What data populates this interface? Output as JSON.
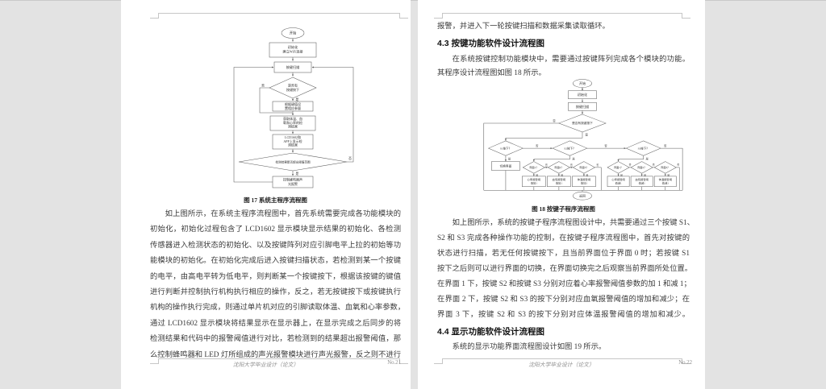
{
  "colors": {
    "background": "#e3e3e3",
    "page": "#ffffff",
    "crop_mark": "#c6c6c6"
  },
  "labels": {
    "yes": "是",
    "no": "否"
  },
  "footer_text": "沈阳大学毕业设计（论文）",
  "left_page": {
    "page_no": "No.21",
    "figure17": {
      "caption": "图 17 系统主程序流程图",
      "start": "开始",
      "init": [
        "初始化",
        "建立WiFi连接"
      ],
      "scan": "按键扫描",
      "key_check": [
        "是否有",
        "按键按下"
      ],
      "key_exec": [
        "根据键值设",
        "置相应参量"
      ],
      "read": [
        "获取体温、血",
        "氧和心率的检",
        "测结果"
      ],
      "display": [
        "LCD1602和",
        "APP上显示检",
        "测结果"
      ],
      "alarm_check": "检测结果是否超出阈值范围",
      "alarm": [
        "控制蜂鸣器声",
        "光报警"
      ]
    },
    "body_lines": [
      "如上图所示，在系统主程序流程图中，首先系统需要完成各功能模块的",
      "初始化，初始化过程包含了 LCD1602 显示模块显示结果的初始化、各检测",
      "传感器进入检测状态的初始化、以及按键阵列对应引脚电平上拉的初始等功",
      "能模块的初始化。在初始化完成后进入按键扫描状态，若检测到某一个按键",
      "的电平，由高电平转为低电平，则判断某一个按键按下，根据该按键的键值",
      "进行判断并控制执行机构执行相应的操作，反之，若无按键按下或按键执行",
      "机构的操作执行完成，则通过单片机对应的引脚读取体温、血氧和心率参数，",
      "通过 LCD1602 显示模块将结果显示在显示器上，在显示完成之后同步的将",
      "检测结果和代码中的报警阈值进行对比，若检测到的结果超出报警阈值，那",
      "么控制蜂鸣器和 LED 灯所组成的声光报警模块进行声光报警，反之则不进行"
    ]
  },
  "right_page": {
    "page_no": "No.22",
    "top_line": "报警，并进入下一轮按键扫描和数据采集读取循环。",
    "heading_43": "4.3 按键功能软件设计流程图",
    "para_43_lines": [
      "在系统按键控制功能模块中，需要通过按键阵列完成各个模块的功能。",
      "其程序设计流程图如图 18 所示。"
    ],
    "figure18": {
      "caption": "图 18 按键子程序流程图",
      "start": "开始",
      "init": "初始化",
      "scan": "按键扫描",
      "key_check": "是否有按键按下",
      "s1": "S1按下？",
      "s2": "S2按下？",
      "s3": "S3按下？",
      "switch_ui": "切换界面",
      "ui1": "界面1？",
      "ui2": "界面2？",
      "ui3": "界面3？",
      "hr_inc": [
        "心率报警阈",
        "值加1"
      ],
      "spo2_inc": [
        "血氧报警阈",
        "值加1"
      ],
      "temp_inc": [
        "体温报警阈",
        "值加1"
      ],
      "hr_dec": [
        "心率报警阈",
        "值减1"
      ],
      "spo2_dec": [
        "血氧报警阈",
        "值减1"
      ],
      "temp_dec": [
        "体温报警阈",
        "值减1"
      ],
      "return": "返回"
    },
    "body_lines": [
      "如上图所示，系统的按键子程序流程图设计中，共需要通过三个按键 S1、",
      "S2 和 S3 完成各种操作功能的控制，在按键子程序流程图中，首先对按键的",
      "状态进行扫描，若无任何按键按下，且当前界面位于界面 0 时；若按键 S1",
      "按下之后则可以进行界面的切换，在界面切换完之后观察当前界面所处位置。",
      "在界面 1 下，按键 S2 和按键 S3 分别对应着心率报警阈值参数的加 1 和减 1；",
      "在界面 2 下，按键 S2 和 S3 的按下分别对应血氧报警阈值的增加和减少；在",
      "界面 3 下，按键 S2 和 S3 的按下分别对应体温报警阈值的增加和减少。"
    ],
    "heading_44": "4.4 显示功能软件设计流程图",
    "para_44": "系统的显示功能界面流程图设计如图 19 所示。"
  }
}
